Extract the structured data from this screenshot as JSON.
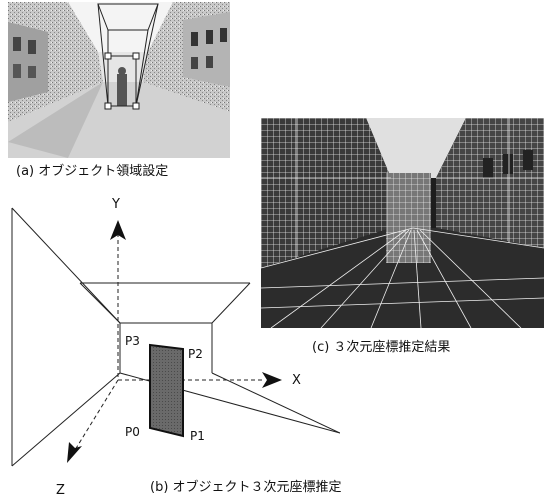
{
  "captions": {
    "a": "(a) オブジェクト領域設定",
    "b": "(b) オブジェクト３次元座標推定",
    "c": "(c) ３次元座標推定結果"
  },
  "axes": {
    "y": "Y",
    "x": "X",
    "z": "Z"
  },
  "points": {
    "p0": "P0",
    "p1": "P1",
    "p2": "P2",
    "p3": "P3"
  },
  "colors": {
    "photo_sky_light": "#f2f2f2",
    "photo_building": "#9a9a9a",
    "photo_dark": "#2a2a2a",
    "object_fill": "#666666",
    "grid_line": "#ffffff"
  }
}
